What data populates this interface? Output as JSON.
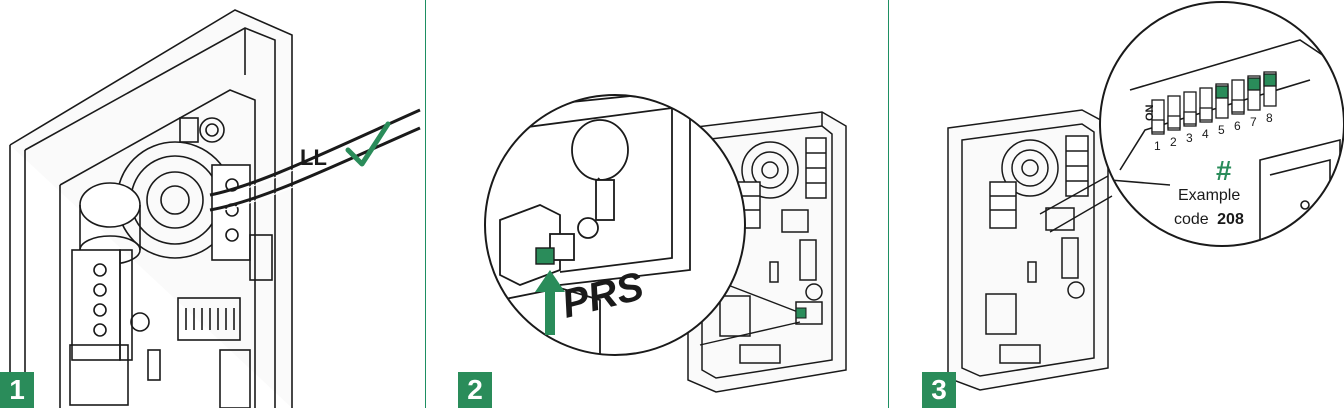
{
  "steps": [
    {
      "number": "1",
      "wire_label": "LL"
    },
    {
      "number": "2",
      "button_label": "PRS"
    },
    {
      "number": "3",
      "on_label": "ON",
      "switch_numbers": [
        "1",
        "2",
        "3",
        "4",
        "5",
        "6",
        "7",
        "8"
      ],
      "code_symbol": "#",
      "example_text": "Example",
      "code_prefix": "code",
      "code_value": "208"
    }
  ],
  "colors": {
    "accent": "#2a8c5a",
    "divider": "#1e8f62",
    "line": "#1a1a1a"
  }
}
